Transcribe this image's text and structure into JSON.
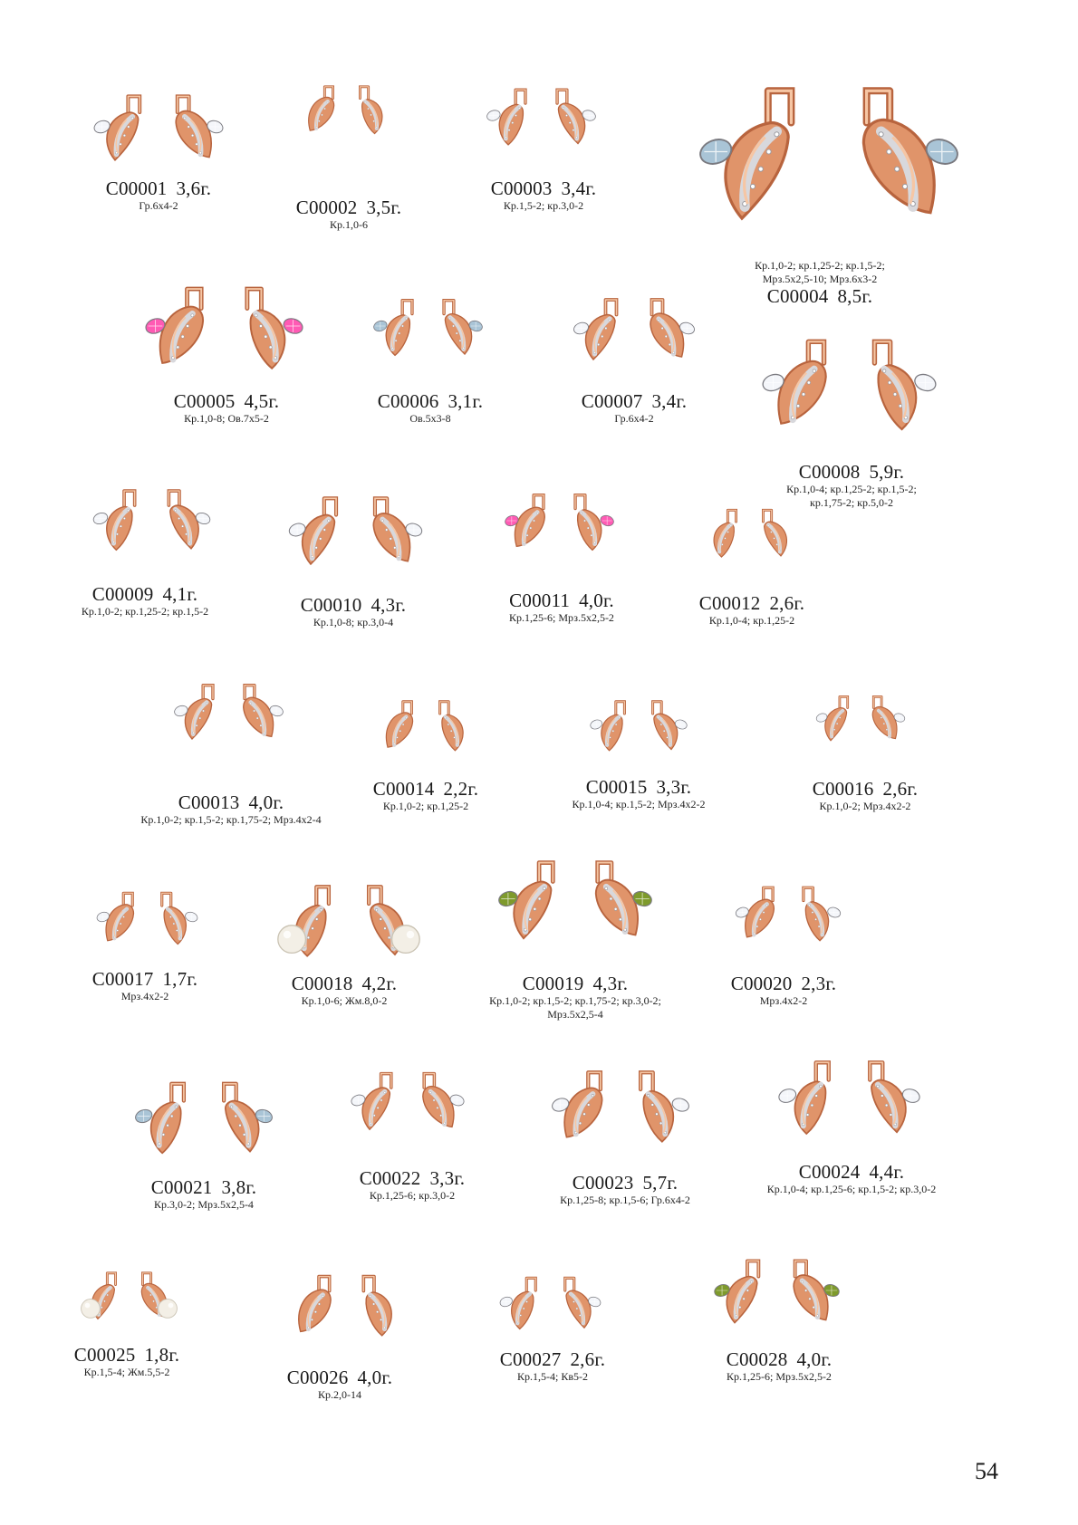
{
  "page_number": "54",
  "items": [
    {
      "code": "С00001",
      "weight": "3,6г.",
      "spec": [
        "Гр.6х4-2"
      ]
    },
    {
      "code": "С00002",
      "weight": "3,5г.",
      "spec": [
        "Кр.1,0-6"
      ]
    },
    {
      "code": "С00003",
      "weight": "3,4г.",
      "spec": [
        "Кр.1,5-2; кр.3,0-2"
      ]
    },
    {
      "code": "С00004",
      "weight": "8,5г.",
      "spec": [
        "Кр.1,0-2; кр.1,25-2; кр.1,5-2;",
        "Мрз.5х2,5-10; Мрз.6х3-2"
      ]
    },
    {
      "code": "С00005",
      "weight": "4,5г.",
      "spec": [
        "Кр.1,0-8; Ов.7х5-2"
      ]
    },
    {
      "code": "С00006",
      "weight": "3,1г.",
      "spec": [
        "Ов.5х3-8"
      ]
    },
    {
      "code": "С00007",
      "weight": "3,4г.",
      "spec": [
        "Гр.6х4-2"
      ]
    },
    {
      "code": "С00008",
      "weight": "5,9г.",
      "spec": [
        "Кр.1,0-4; кр.1,25-2; кр.1,5-2;",
        "кр.1,75-2; кр.5,0-2"
      ]
    },
    {
      "code": "С00009",
      "weight": "4,1г.",
      "spec": [
        "Кр.1,0-2; кр.1,25-2; кр.1,5-2"
      ]
    },
    {
      "code": "С00010",
      "weight": "4,3г.",
      "spec": [
        "Кр.1,0-8; кр.3,0-4"
      ]
    },
    {
      "code": "С00011",
      "weight": "4,0г.",
      "spec": [
        "Кр.1,25-6; Мрз.5х2,5-2"
      ]
    },
    {
      "code": "С00012",
      "weight": "2,6г.",
      "spec": [
        "Кр.1,0-4; кр.1,25-2"
      ]
    },
    {
      "code": "С00013",
      "weight": "4,0г.",
      "spec": [
        "Кр.1,0-2; кр.1,5-2; кр.1,75-2; Мрз.4х2-4"
      ]
    },
    {
      "code": "С00014",
      "weight": "2,2г.",
      "spec": [
        "Кр.1,0-2; кр.1,25-2"
      ]
    },
    {
      "code": "С00015",
      "weight": "3,3г.",
      "spec": [
        "Кр.1,0-4; кр.1,5-2; Мрз.4х2-2"
      ]
    },
    {
      "code": "С00016",
      "weight": "2,6г.",
      "spec": [
        "Кр.1,0-2; Мрз.4х2-2"
      ]
    },
    {
      "code": "С00017",
      "weight": "1,7г.",
      "spec": [
        "Мрз.4х2-2"
      ]
    },
    {
      "code": "С00018",
      "weight": "4,2г.",
      "spec": [
        "Кр.1,0-6; Жм.8,0-2"
      ]
    },
    {
      "code": "С00019",
      "weight": "4,3г.",
      "spec": [
        "Кр.1,0-2; кр.1,5-2; кр.1,75-2; кр.3,0-2;",
        "Мрз.5х2,5-4"
      ]
    },
    {
      "code": "С00020",
      "weight": "2,3г.",
      "spec": [
        "Мрз.4х2-2"
      ]
    },
    {
      "code": "С00021",
      "weight": "3,8г.",
      "spec": [
        "Кр.3,0-2; Мрз.5х2,5-4"
      ]
    },
    {
      "code": "С00022",
      "weight": "3,3г.",
      "spec": [
        "Кр.1,25-6; кр.3,0-2"
      ]
    },
    {
      "code": "С00023",
      "weight": "5,7г.",
      "spec": [
        "Кр.1,25-8; кр.1,5-6; Гр.6х4-2"
      ]
    },
    {
      "code": "С00024",
      "weight": "4,4г.",
      "spec": [
        "Кр.1,0-4; кр.1,25-6; кр.1,5-2; кр.3,0-2"
      ]
    },
    {
      "code": "С00025",
      "weight": "1,8г.",
      "spec": [
        "Кр.1,5-4; Жм.5,5-2"
      ]
    },
    {
      "code": "С00026",
      "weight": "4,0г.",
      "spec": [
        "Кр.2,0-14"
      ]
    },
    {
      "code": "С00027",
      "weight": "2,6г.",
      "spec": [
        "Кр.1,5-4; Кв5-2"
      ]
    },
    {
      "code": "С00028",
      "weight": "4,0г.",
      "spec": [
        "Кр.1,25-6; Мрз.5х2,5-2"
      ]
    }
  ],
  "colors": {
    "gold": "#e0946a",
    "gold_dark": "#b8643e",
    "gold_light": "#f6c6a4",
    "silver": "#d8d8dc",
    "stone": "#f4f6fa",
    "pink": "#ff5ab4",
    "blue": "#a9c4d6",
    "green": "#7e9a2c",
    "pearl": "#f3efe6"
  }
}
